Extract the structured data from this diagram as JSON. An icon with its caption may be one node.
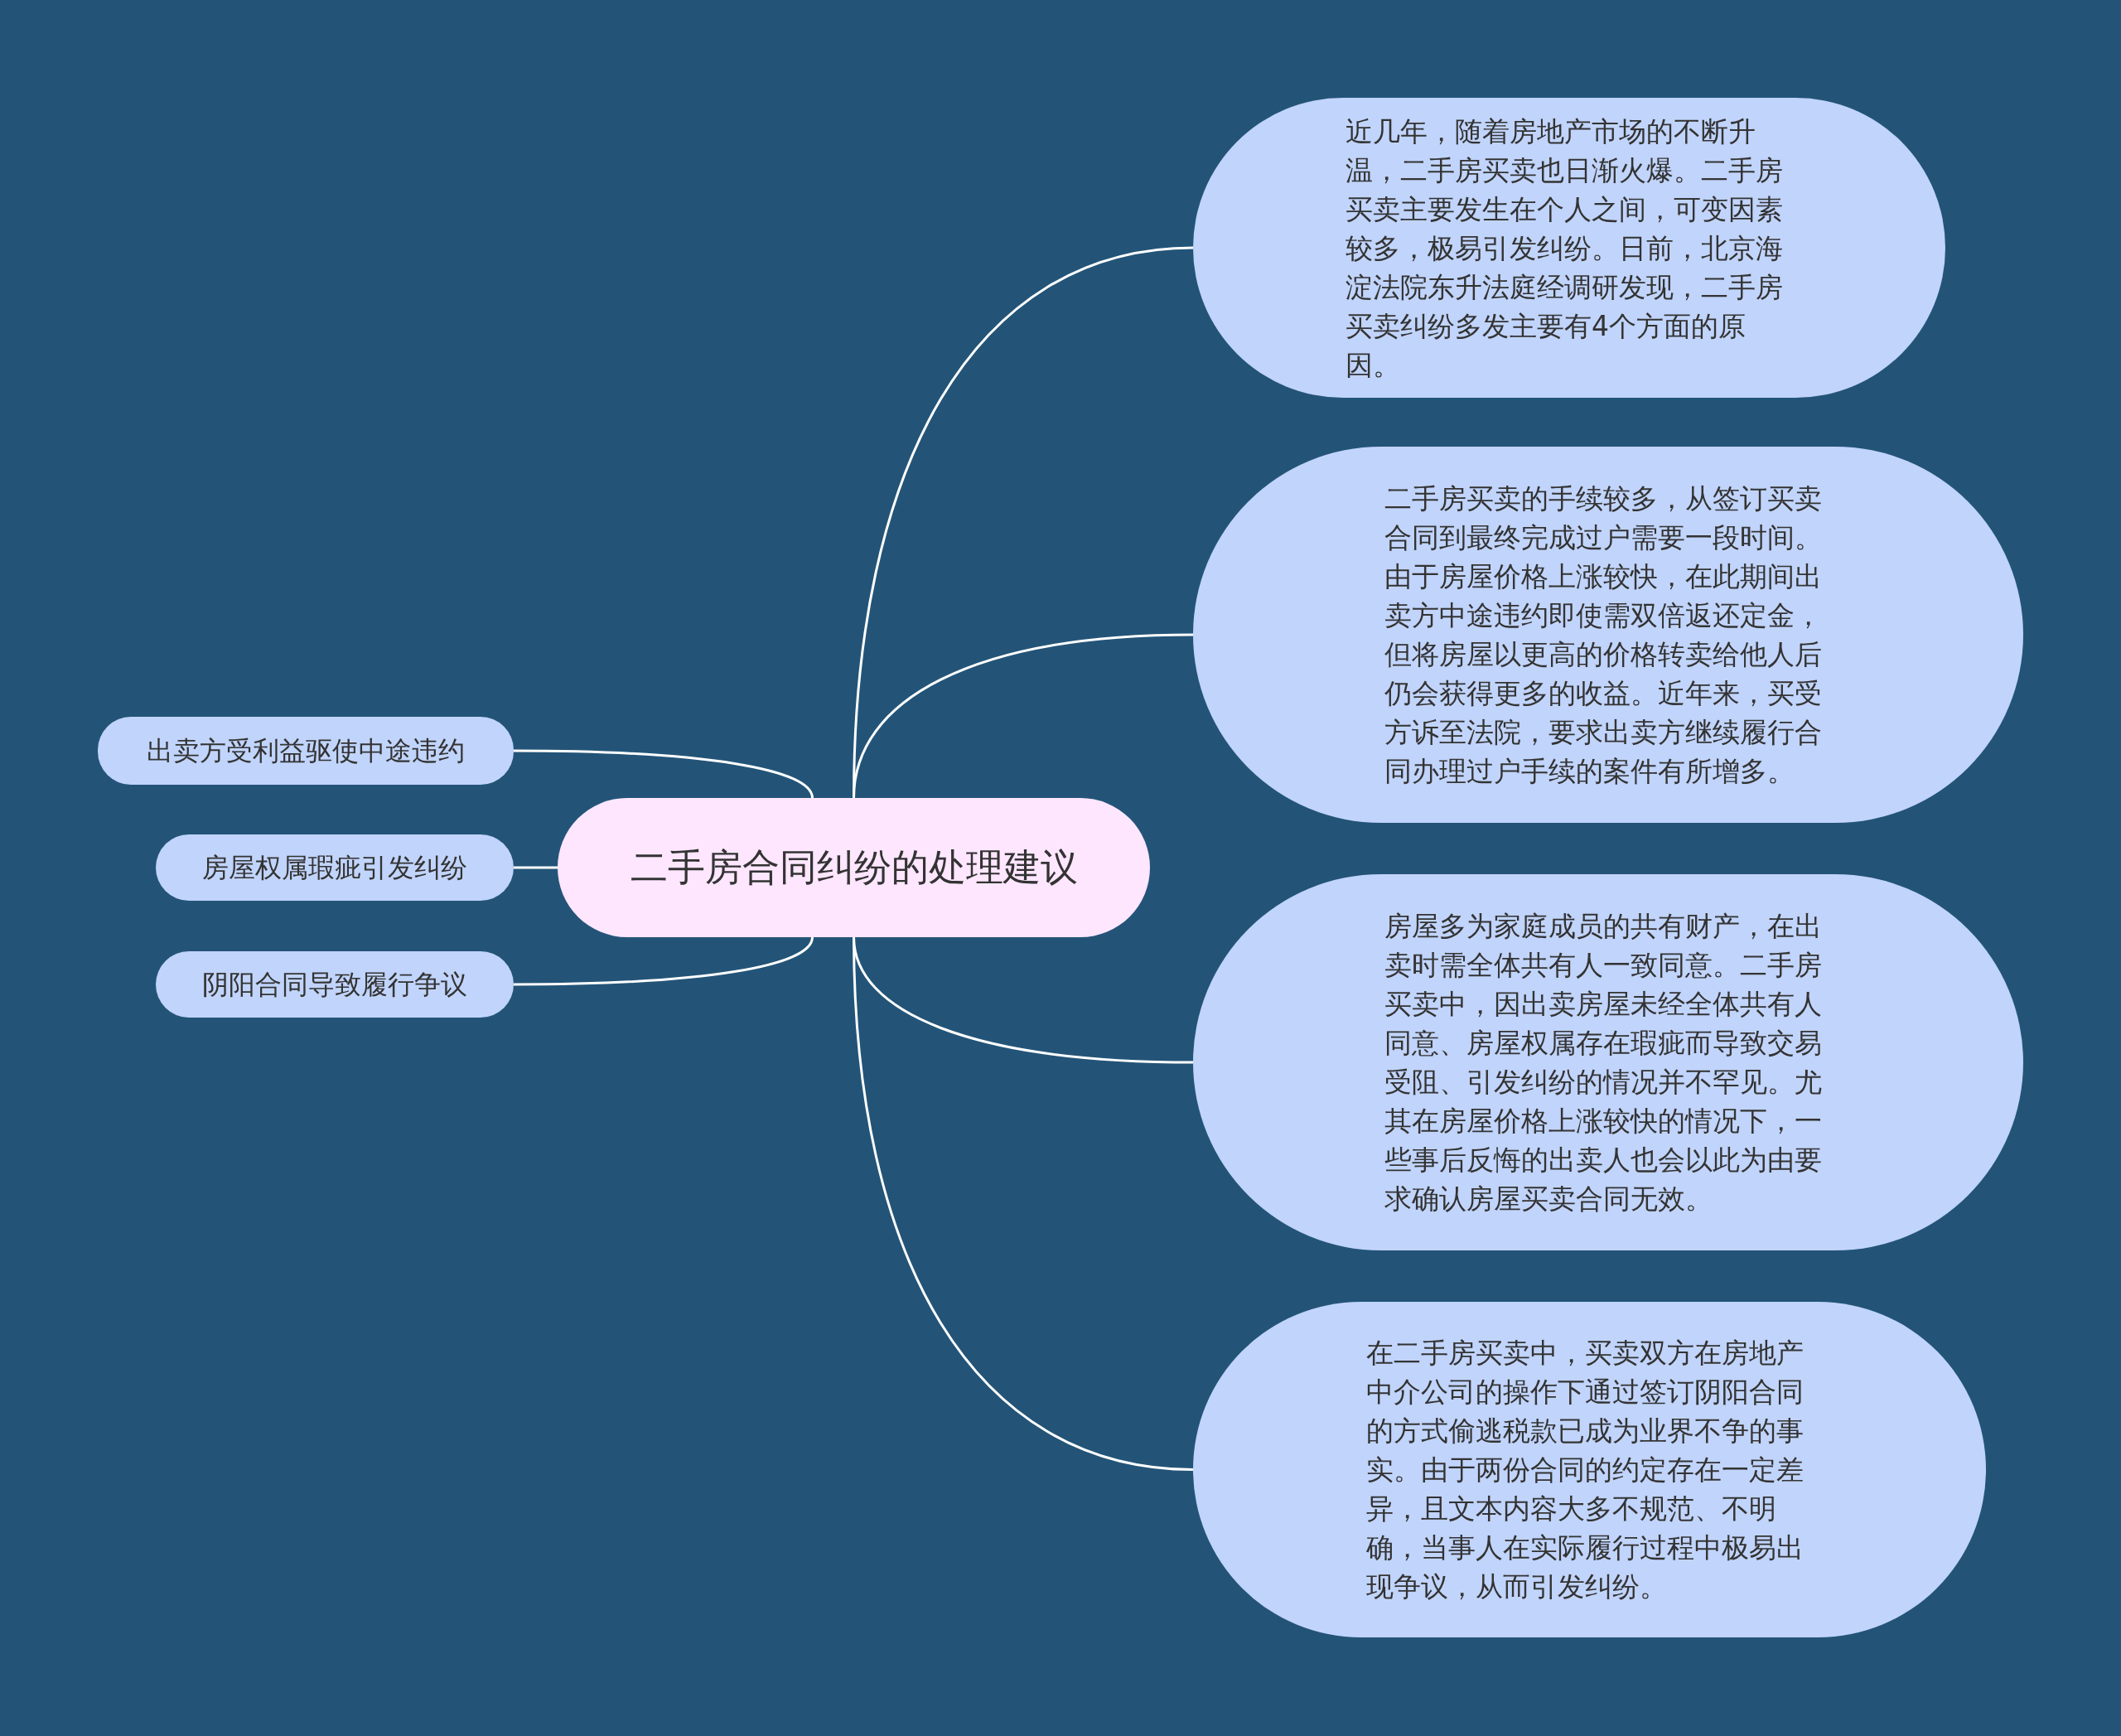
{
  "diagram": {
    "nodes": [
      {
        "text": [
          "二手房合同纠纷的处理建议"
        ]
      },
      {
        "text": [
          "近几年，随着房地产市场的不断升温，二手房买卖也日渐火爆。二手房买卖主要发生在个人之间，可变因素较多，极易引发纠纷。日前，北京海淀法院东升法庭经调研发现，二手房买卖纠纷多发主要有4个方面的原因。"
        ]
      },
      {
        "text": [
          "二手房买卖的手续较多，从签订买卖合同到最终完成过户需要一段时间。由于房屋价格上涨较快，在此期间出卖方中途违约即使需双倍返还定金，但将房屋以更高的价格转卖给他人后仍会获得更多的收益。近年来，买受方诉至法院，要求出卖方继续履行合同办理过户手续的案件有所增多。"
        ]
      },
      {
        "text": [
          "房屋多为家庭成员的共有财产，在出卖时需全体共有人一致同意。二手房买卖中，因出卖房屋未经全体共有人同意、房屋权属存在瑕疵而导致交易受阻、引发纠纷的情况并不罕见。尤其在房屋价格上涨较快的情况下，一些事后反悔的出卖人也会以此为由要求确认房屋买卖合同无效。"
        ]
      },
      {
        "text": [
          "在二手房买卖中，买卖双方在房地产中介公司的操作下通过签订阴阳合同的方式偷逃税款已成为业界不争的事实。由于两份合同的约定存在一定差异，且文本内容大多不规范、不明确，当事人在实际履行过程中极易出现争议，从而引发纠纷。"
        ]
      },
      {
        "text": [
          "出卖方受利益驱使中途违约"
        ]
      },
      {
        "text": [
          "房屋权属瑕疵引发纠纷"
        ]
      },
      {
        "text": [
          "阴阳合同导致履行争议"
        ]
      }
    ],
    "edges": [
      {
        "from": 0,
        "to": 1,
        "arrow": "none"
      },
      {
        "from": 0,
        "to": 2,
        "arrow": "none"
      },
      {
        "from": 0,
        "to": 3,
        "arrow": "none"
      },
      {
        "from": 0,
        "to": 4,
        "arrow": "none"
      },
      {
        "from": 0,
        "to": 5,
        "arrow": "none"
      },
      {
        "from": 0,
        "to": 6,
        "arrow": "none"
      },
      {
        "from": 0,
        "to": 7,
        "arrow": "none"
      }
    ]
  }
}
